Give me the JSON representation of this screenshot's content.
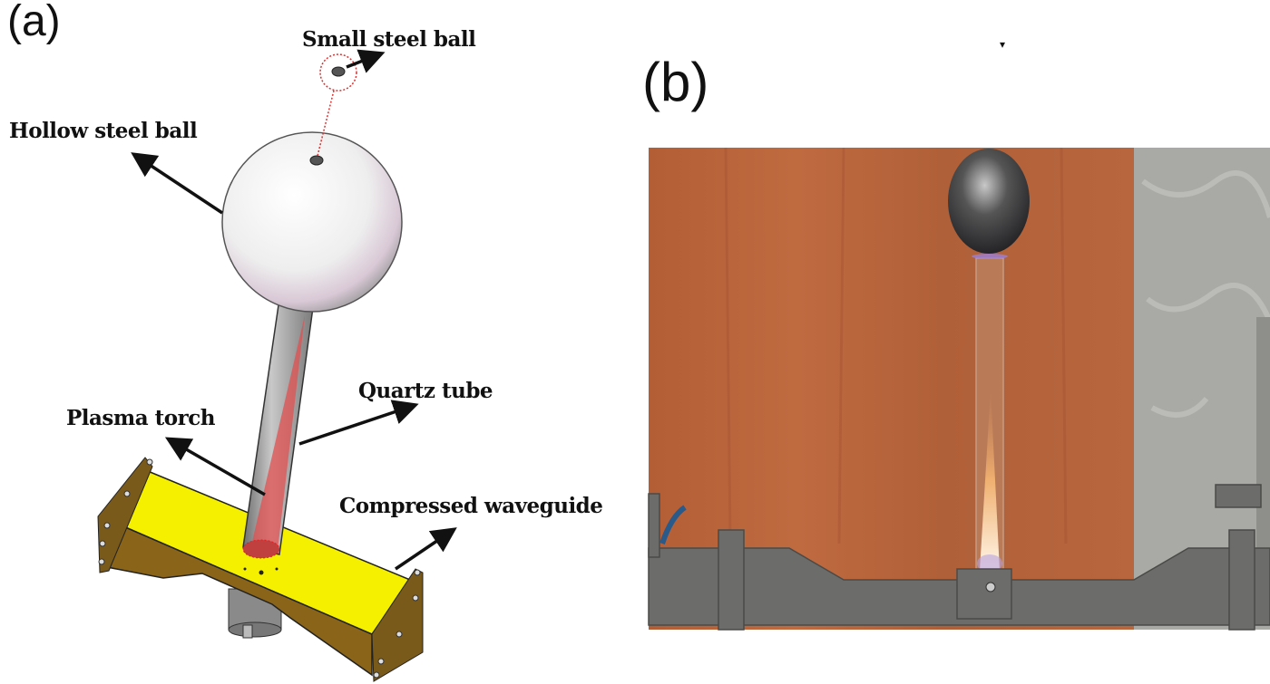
{
  "panel_a": {
    "label": "(a)",
    "annotations": {
      "small_steel_ball": "Small steel ball",
      "hollow_steel_ball": "Hollow steel ball",
      "quartz_tube": "Quartz tube",
      "plasma_torch": "Plasma torch",
      "compressed_waveguide": "Compressed waveguide"
    }
  },
  "panel_b": {
    "label": "(b)"
  },
  "colors": {
    "waveguide_top": "#f5f000",
    "waveguide_side": "#8a6418",
    "plasma": "#e05050",
    "pointer_circle": "#e03030",
    "curtain": "#b8643c"
  }
}
